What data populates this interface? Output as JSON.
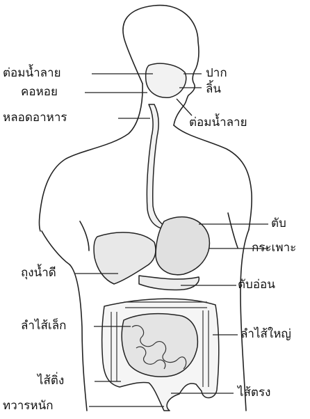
{
  "labels": {
    "salivary_gland_left": "ต่อมน้ำลาย",
    "pharynx": "คอหอย",
    "esophagus": "หลอดอาหาร",
    "mouth": "ปาก",
    "tongue": "ลิ้น",
    "salivary_gland_right": "ต่อมน้ำลาย",
    "liver": "ตับ",
    "stomach": "กระเพาะ",
    "gallbladder": "ถุงน้ำดี",
    "pancreas": "ตับอ่อน",
    "small_intestine": "ลำไส้เล็ก",
    "large_intestine": "ลำไส้ใหญ่",
    "appendix": "ไส้ติ่ง",
    "rectum": "ไส้ตรง",
    "anus": "ทวารหนัก"
  }
}
